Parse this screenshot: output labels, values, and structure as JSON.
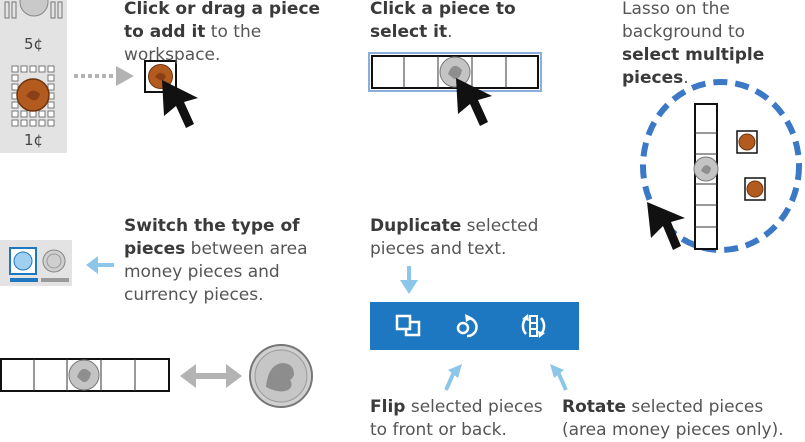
{
  "tray": {
    "nickel_label": "5¢",
    "penny_label": "1¢"
  },
  "panels": {
    "add": {
      "bold": "Click or drag a piece to add it",
      "rest": " to the workspace."
    },
    "select": {
      "bold": "Click a piece to select it",
      "rest": "."
    },
    "lasso": {
      "pre": "Lasso on the background to ",
      "bold": "select multiple pieces",
      "rest": "."
    },
    "switch": {
      "bold": "Switch the type of pieces",
      "rest": " between area money pieces and currency pieces."
    },
    "duplicate": {
      "bold": "Duplicate",
      "rest": " selected pieces and text."
    },
    "flip": {
      "bold": "Flip",
      "rest": " selected pieces to front or back."
    },
    "rotate": {
      "bold": "Rotate",
      "rest": " selected pieces (area money pieces only)."
    }
  },
  "toolbar": {
    "buttons": [
      "duplicate-icon",
      "flip-icon",
      "rotate-icon"
    ]
  },
  "colors": {
    "accent_blue": "#1d78c1",
    "lasso_blue": "#3b79c7",
    "arrow_light_blue": "#8cc6e8",
    "tray_gray": "#e3e3e3",
    "penny": "#b35a1f",
    "nickel": "#b9b9b9"
  }
}
